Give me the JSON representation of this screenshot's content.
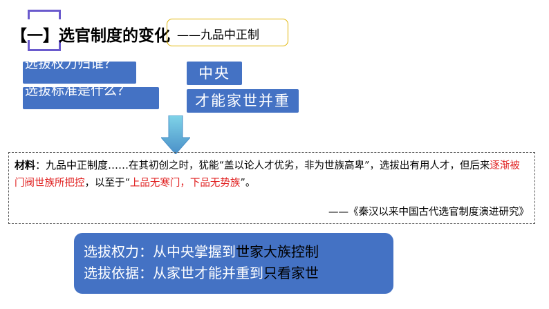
{
  "title": "【一】选官制度的变化",
  "subtitle": "——九品中正制",
  "questions": [
    {
      "text": "选拔权力归谁？"
    },
    {
      "text": "选拔标准是什么？"
    }
  ],
  "answers": [
    "中央",
    "才能家世并重"
  ],
  "material": {
    "label": "材料",
    "label_rest": "：九品中正制度……",
    "t1": "在其初创之时，犹能“盖以论人才优劣，非为世族高卑”，选拔出有用人才，但后来",
    "t2": "逐渐被门阀世族所把控",
    "t3": "，以至于“",
    "t4": "上品无寒门，下品无势族",
    "t5": "”。",
    "source": "——《秦汉以来中国古代选官制度演进研究》"
  },
  "summary": {
    "line1_a": "选拔权力：从中央掌握到",
    "line1_b": "世家大族控制",
    "line2_a": "选拔依据：从家世才能并重到",
    "line2_b": "只看家世"
  },
  "colors": {
    "box_blue": "#4472c4",
    "highlight_red": "#e02020",
    "frame_purple": "#6a5acd",
    "subtitle_border": "#e0b400"
  },
  "icons": [
    "down-arrow-icon"
  ]
}
